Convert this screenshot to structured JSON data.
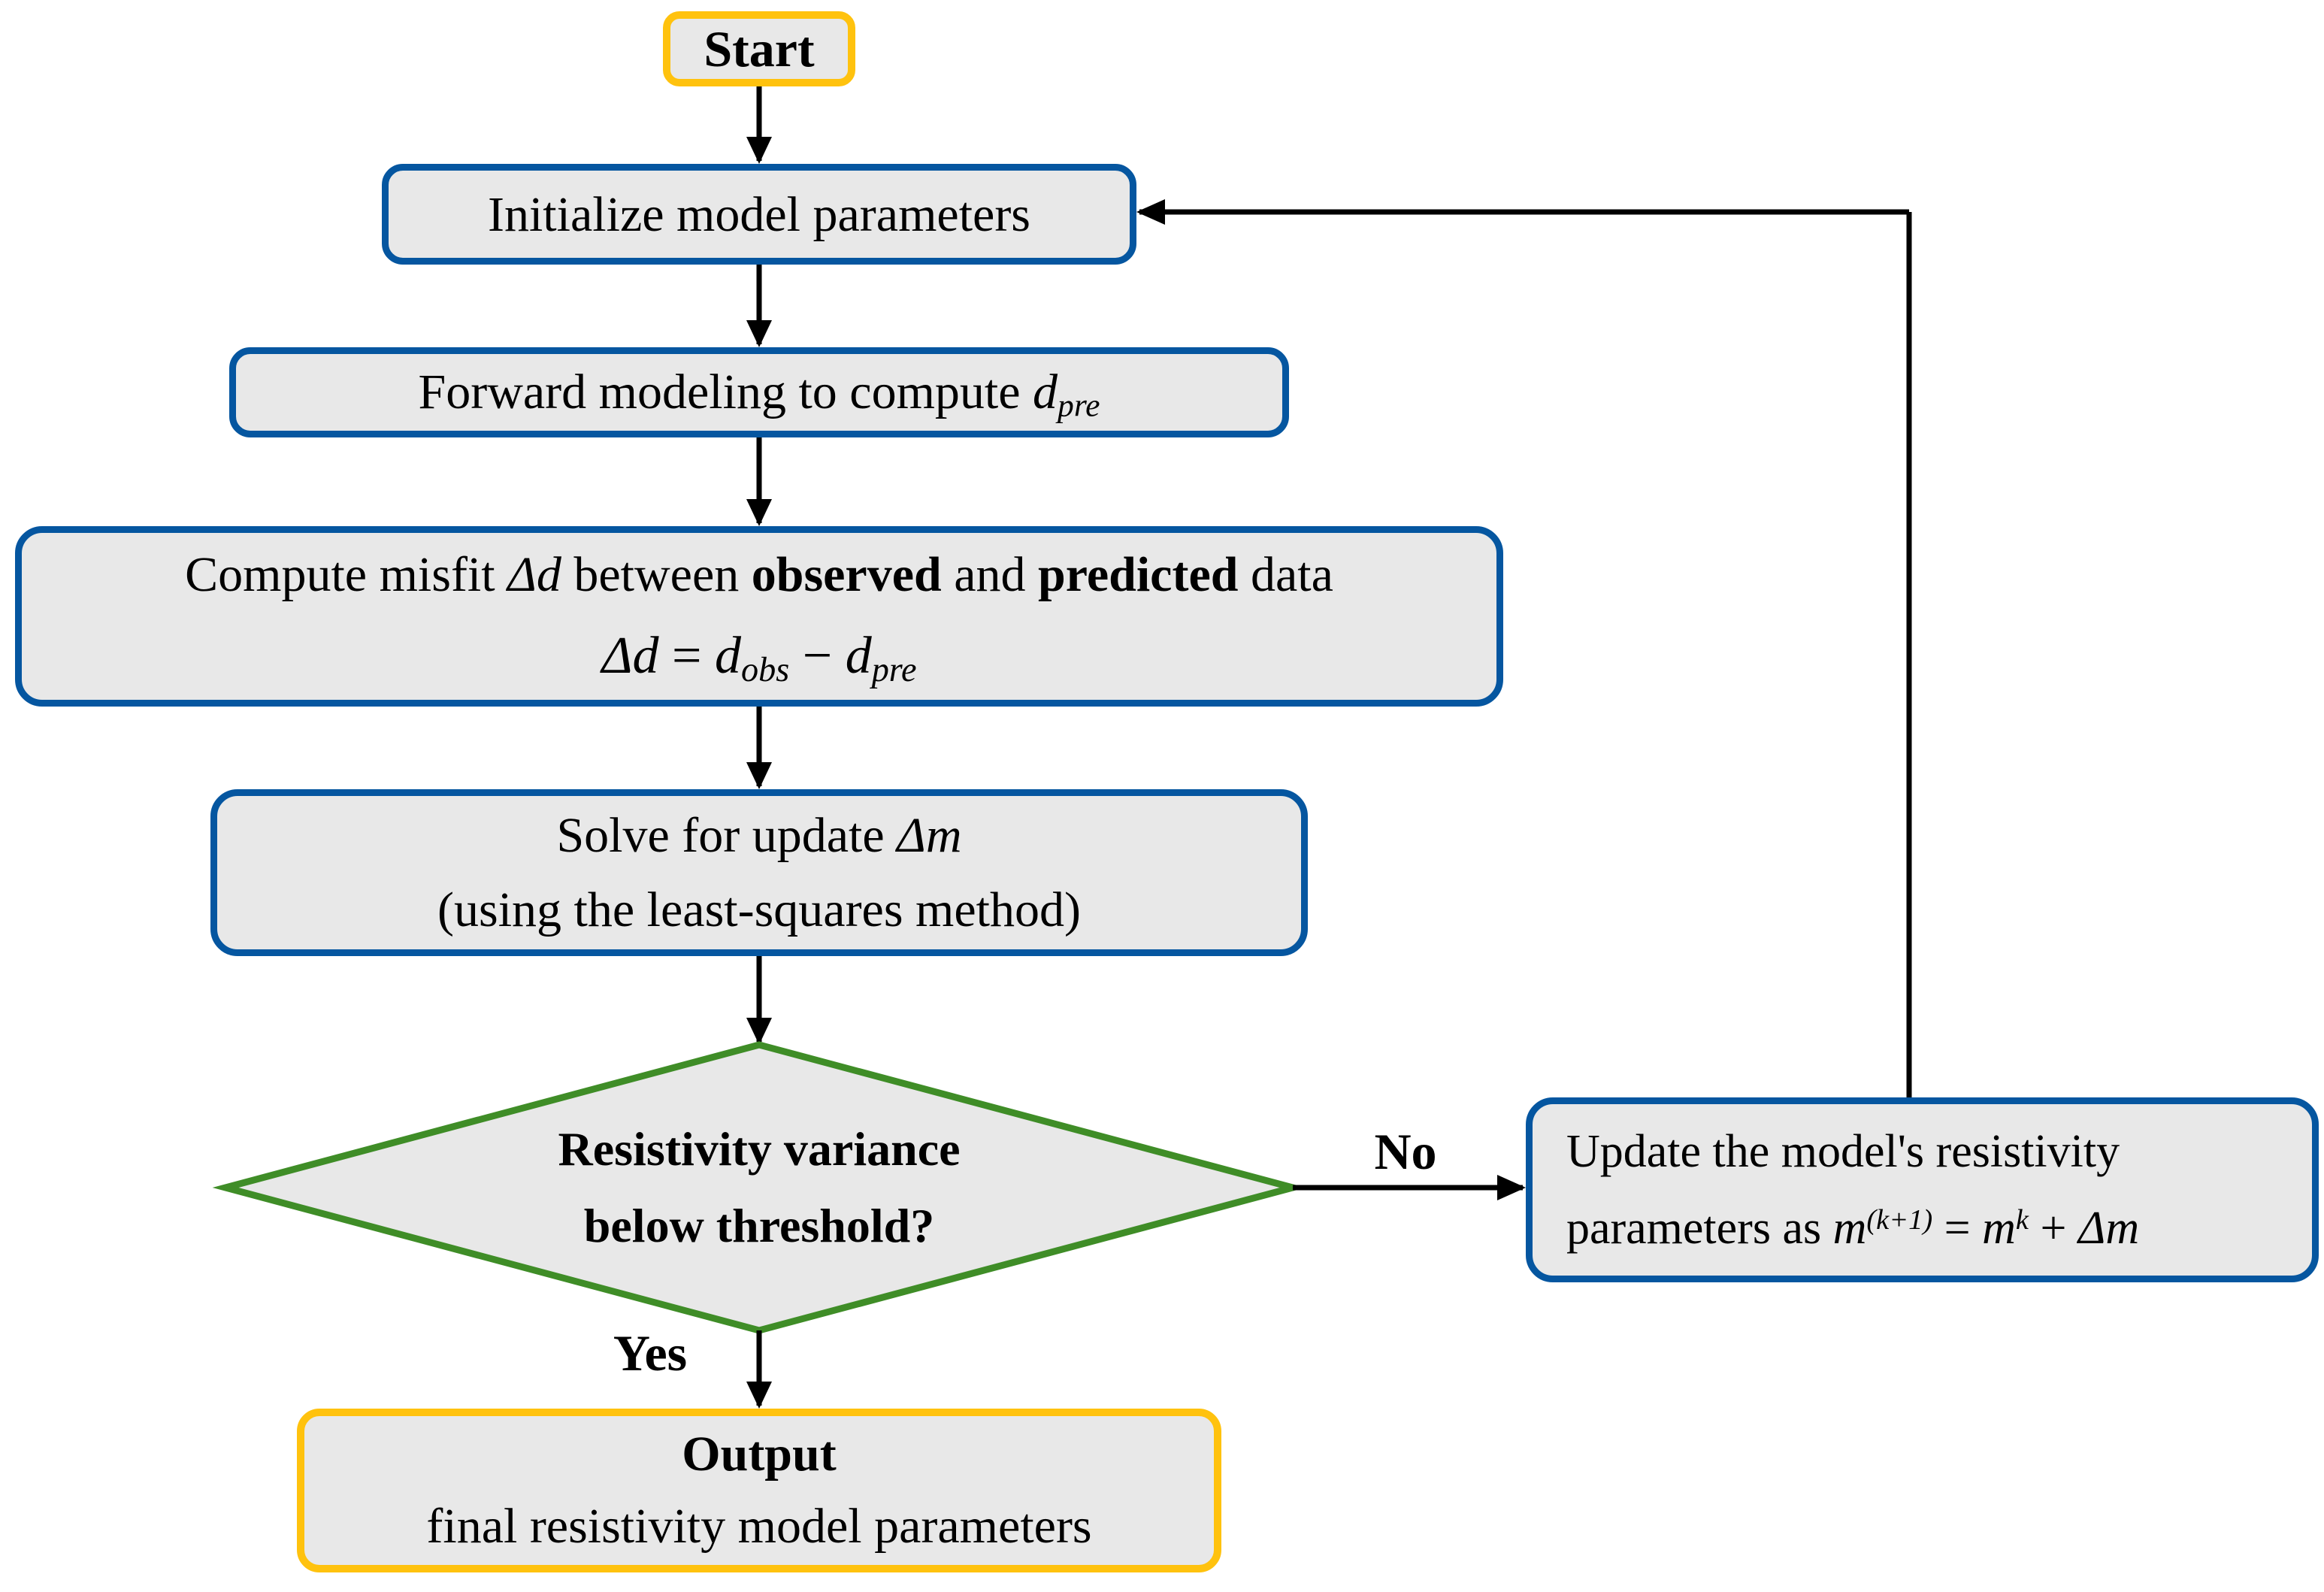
{
  "colors": {
    "yellow": "#FFC20E",
    "blue": "#0556A0",
    "green": "#3F8D27",
    "node-fill": "#E8E8E8",
    "line": "#000000",
    "text": "#000000",
    "background": "#FFFFFF"
  },
  "nodes": {
    "start": {
      "label": "Start"
    },
    "initialize": {
      "label": "Initialize model parameters"
    },
    "forward": {
      "text": "Forward modeling to compute ",
      "var": "d",
      "sub": "pre"
    },
    "misfit": {
      "t1": "Compute misfit ",
      "m1": "Δd",
      "t2": " between ",
      "b1": "observed",
      "t3": " and ",
      "b2": "predicted",
      "t4": " data",
      "f_lhs": "Δd",
      "f_eq": " = ",
      "f_var1": "d",
      "f_sub1": "obs",
      "f_minus": " − ",
      "f_var2": "d",
      "f_sub2": "pre"
    },
    "solve": {
      "l1_text": "Solve for update ",
      "l1_math": "Δm",
      "l2": "(using the least-squares method)"
    },
    "decision": {
      "line1": "Resistivity variance",
      "line2": "below threshold?"
    },
    "update": {
      "line1": "Update the model's resistivity",
      "l2_text": "parameters as ",
      "m1": "m",
      "sup1": "(k+1)",
      "eq": " = ",
      "m2": "m",
      "sup2": "k",
      "plus": " + ",
      "m3": "Δm"
    },
    "output": {
      "title": "Output",
      "line2": "final resistivity model parameters"
    }
  },
  "edge_labels": {
    "no": "No",
    "yes": "Yes"
  }
}
